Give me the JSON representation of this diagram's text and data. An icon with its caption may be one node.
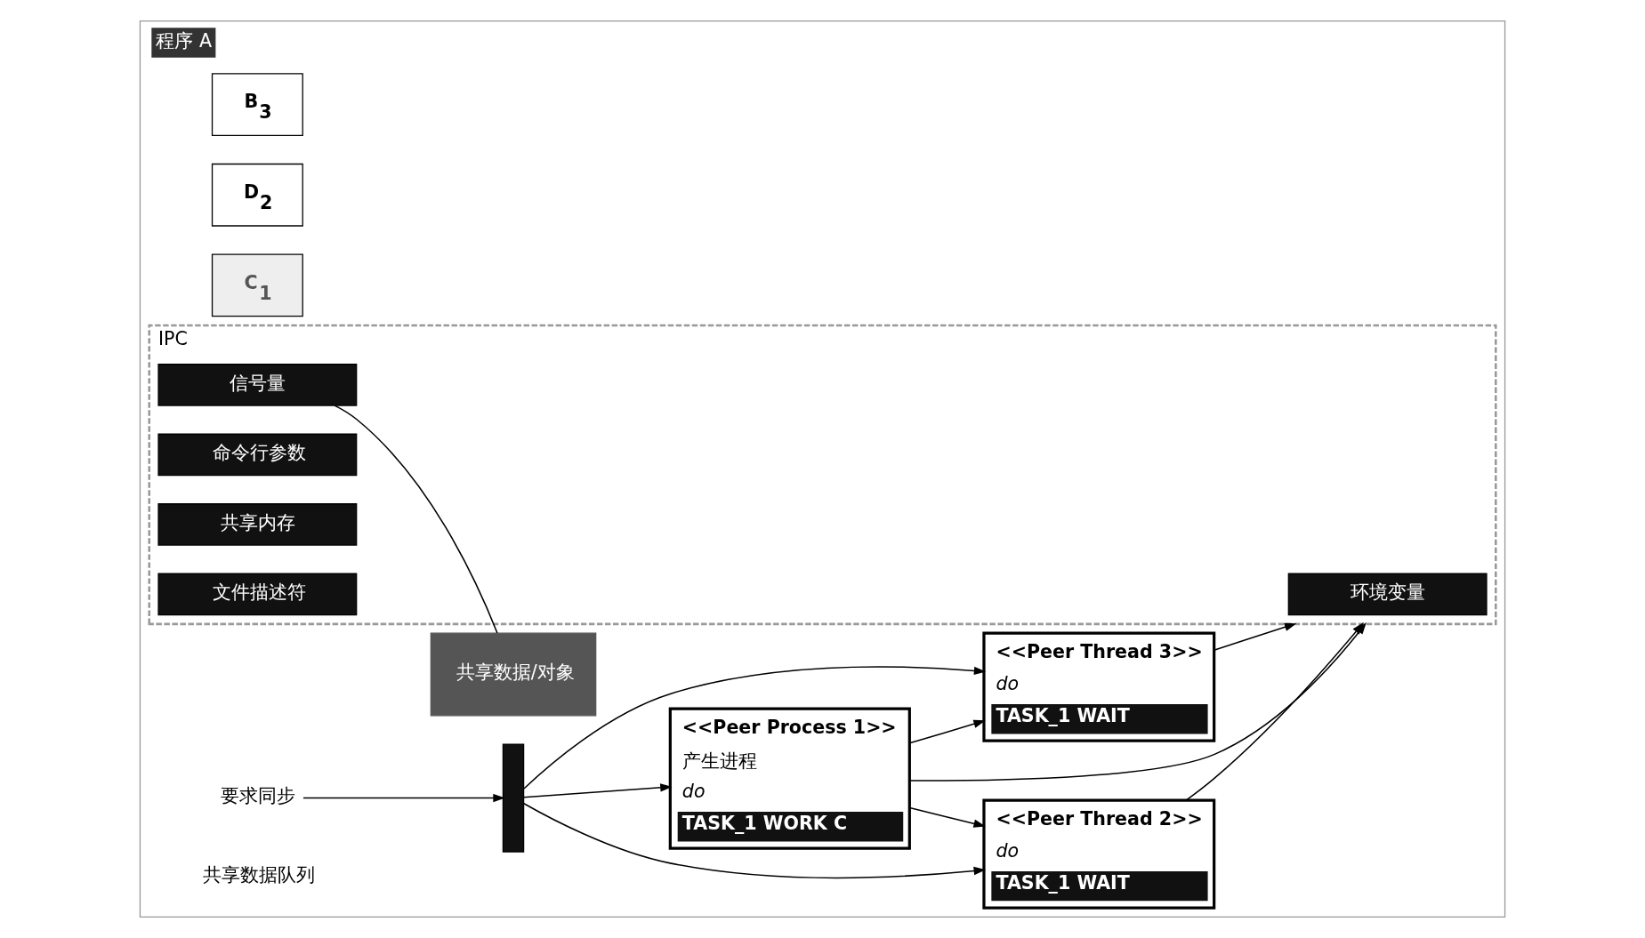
{
  "diagram": {
    "nodes": [
      {
        "text": [
          "程序 A"
        ]
      },
      {
        "text": [
          "B$_{3}$"
        ],
        "in": 0
      },
      {
        "text": [
          "D$_{2}$"
        ],
        "in": 0
      },
      {
        "text": [
          "C$_{1}$"
        ],
        "in": 0
      },
      {
        "text": [],
        "shape": "bar",
        "in": 0
      },
      {
        "text": [
          "要求同步"
        ],
        "in": 0
      },
      {
        "text": [
          "<<Peer Process 1>>",
          "产生进程",
          "do",
          "TASK_1 WORK C"
        ],
        "in": 0
      },
      {
        "text": [
          "<<Peer Thread 2>>",
          "do",
          "TASK_1 WAIT"
        ],
        "in": 0
      },
      {
        "text": [
          "IPC"
        ],
        "in": 0
      },
      {
        "text": [
          "信号量"
        ],
        "in": 8
      },
      {
        "text": [
          "命令行参数"
        ],
        "in": 8
      },
      {
        "text": [
          "环境变量"
        ],
        "in": 8
      },
      {
        "text": [
          "共享内存"
        ],
        "in": 8
      },
      {
        "text": [
          "文件描述符"
        ],
        "in": 8
      },
      {
        "text": [
          "共享数据/对象"
        ],
        "in": 0
      },
      {
        "text": [
          "<<Peer Thread 3>>",
          "do",
          "TASK_1 WAIT"
        ],
        "in": 0
      }
    ],
    "edges": [
      {
        "from": 5,
        "to": 4,
        "arrow": "to"
      },
      {
        "from": 4,
        "to": 7,
        "arrow": "to"
      },
      {
        "from": 4,
        "to": 6,
        "arrow": "to"
      },
      {
        "from": 4,
        "to": 15,
        "arrow": "to"
      },
      {
        "from": 6,
        "to": 7,
        "arrow": "to"
      },
      {
        "from": 6,
        "to": 15,
        "arrow": "to"
      },
      {
        "from": 6,
        "to": 8,
        "arrow": "to"
      },
      {
        "from": 7,
        "to": 8,
        "arrow": "to"
      },
      {
        "from": 15,
        "to": 8,
        "arrow": "to"
      },
      {
        "from": 9,
        "to": 14,
        "arrow": "none"
      }
    ],
    "labels": [
      "共享数据队列"
    ]
  }
}
